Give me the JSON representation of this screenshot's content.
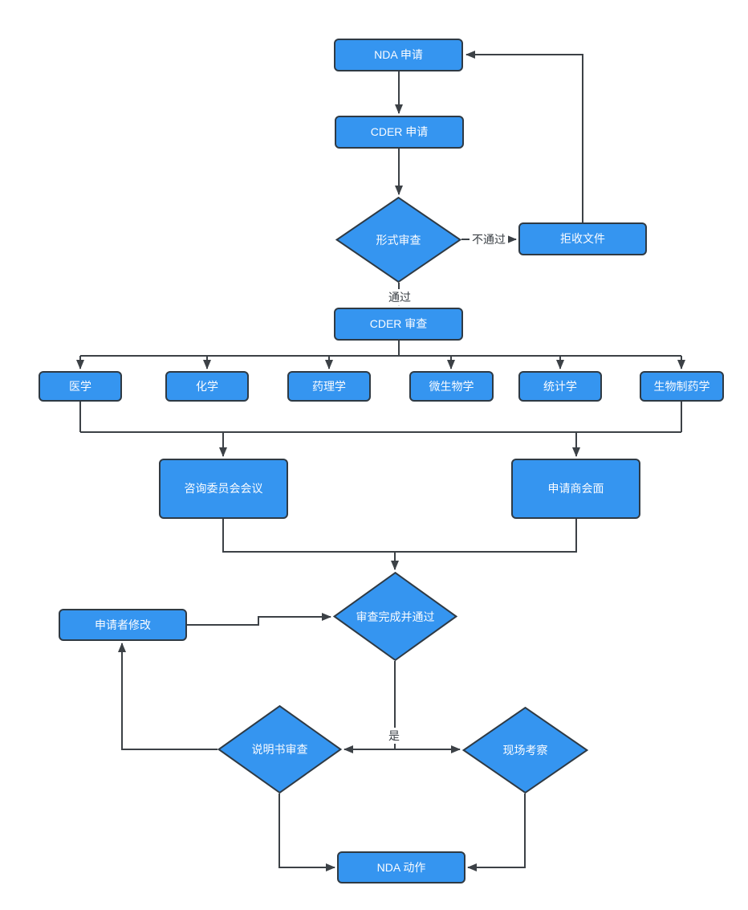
{
  "diagram": {
    "nodes": {
      "nda_apply": "NDA 申请",
      "cder_apply": "CDER 申请",
      "formal_review": "形式审查",
      "reject_files": "拒收文件",
      "cder_review": "CDER 审查",
      "medicine": "医学",
      "chemistry": "化学",
      "pharmacology": "药理学",
      "microbiology": "微生物学",
      "statistics": "统计学",
      "biopharmaceutics": "生物制药学",
      "advisory_meeting": "咨询委员会会议",
      "applicant_meeting": "申请商会面",
      "review_complete": "审查完成并通过",
      "applicant_modify": "申请者修改",
      "label_review": "说明书审查",
      "site_inspection": "现场考察",
      "nda_action": "NDA 动作"
    },
    "edge_labels": {
      "not_pass": "不通过",
      "pass": "通过",
      "yes": "是"
    },
    "colors": {
      "node_fill": "#3595F0",
      "node_border": "#2F3A44",
      "connector": "#3C4146",
      "node_text": "#FAFCFF",
      "label_text": "#3A3F44",
      "background": "#FFFFFF"
    }
  }
}
